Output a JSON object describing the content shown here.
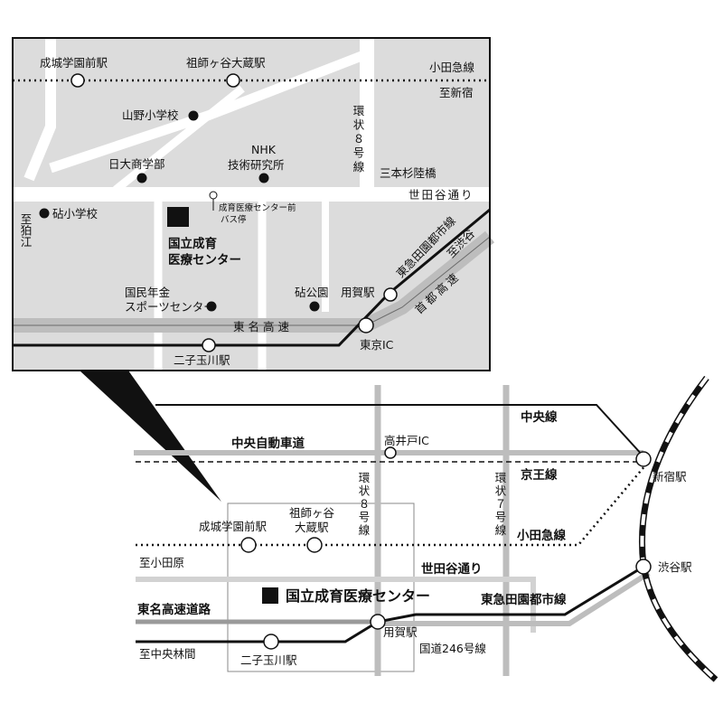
{
  "colors": {
    "inset_bg": "#dcdcdc",
    "road": "#ffffff",
    "road_gray": "#bdbdbd",
    "line": "#111111"
  },
  "inset": {
    "stations": {
      "seijo": "成城学園前駅",
      "soshigaya": "祖師ヶ谷大蔵駅",
      "yoga": "用賀駅",
      "futako": "二子玉川駅",
      "tokyo_ic": "東京IC"
    },
    "rail": {
      "odakyu": "小田急線",
      "to_shinjuku": "至新宿",
      "denentoshi": "東急田園都市線",
      "to_shibuya": "至渋谷"
    },
    "roads": {
      "kanjo8": "環状８号線",
      "setagaya_dori": "世田谷通り",
      "tomei": "東名高速",
      "shuto": "首都高速",
      "to_komae": "至狛江"
    },
    "places": {
      "sanno": "山野小学校",
      "nichidai": "日大商学部",
      "nhk_line1": "NHK",
      "nhk_line2": "技術研究所",
      "sanbonsugi": "三本杉陸橋",
      "kinuta_elem": "砧小学校",
      "kinuta_park": "砧公園",
      "nenkin_line1": "国民年金",
      "nenkin_line2": "スポーツセンター",
      "bus_line1": "成育医療センター前",
      "bus_line2": "バス停"
    },
    "center_line1": "国立成育",
    "center_line2": "医療センター"
  },
  "overview": {
    "stations": {
      "shinjuku": "新宿駅",
      "shibuya": "渋谷駅",
      "seijo": "成城学園前駅",
      "soshigaya_line1": "祖師ヶ谷",
      "soshigaya_line2": "大蔵駅",
      "yoga": "用賀駅",
      "futako": "二子玉川駅",
      "takaido_ic": "高井戸IC"
    },
    "rail": {
      "chuo": "中央線",
      "keio": "京王線",
      "odakyu": "小田急線",
      "denentoshi": "東急田園都市線",
      "to_odawara": "至小田原",
      "to_chuorinkan": "至中央林間"
    },
    "roads": {
      "chuo_exp": "中央自動車道",
      "kanjo8": "環状８号線",
      "kanjo7": "環状７号線",
      "setagaya_dori": "世田谷通り",
      "tomei": "東名高速道路",
      "route246": "国道246号線"
    },
    "center": "国立成育医療センター"
  }
}
